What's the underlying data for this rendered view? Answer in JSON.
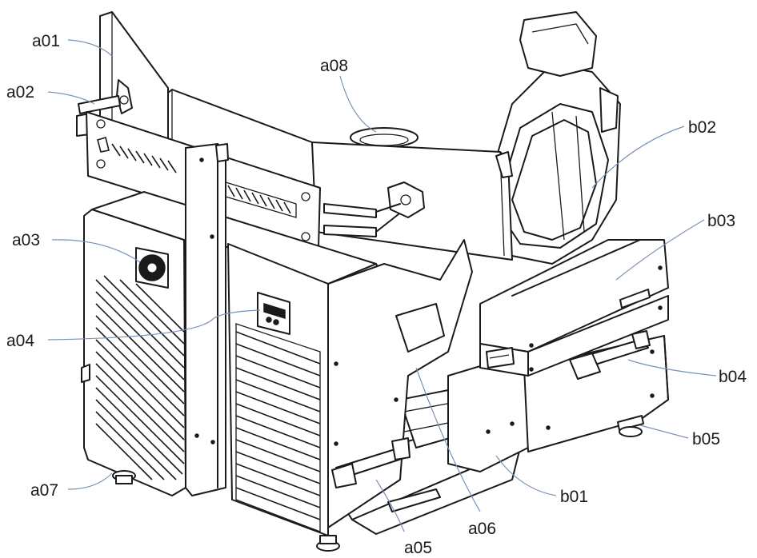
{
  "labels": {
    "a01": "a01",
    "a02": "a02",
    "a03": "a03",
    "a04": "a04",
    "a05": "a05",
    "a06": "a06",
    "a07": "a07",
    "a08": "a08",
    "b01": "b01",
    "b02": "b02",
    "b03": "b03",
    "b04": "b04",
    "b05": "b05"
  },
  "colors": {
    "line": "#1a1a1a",
    "leader": "#7b93b8",
    "background": "#ffffff"
  }
}
